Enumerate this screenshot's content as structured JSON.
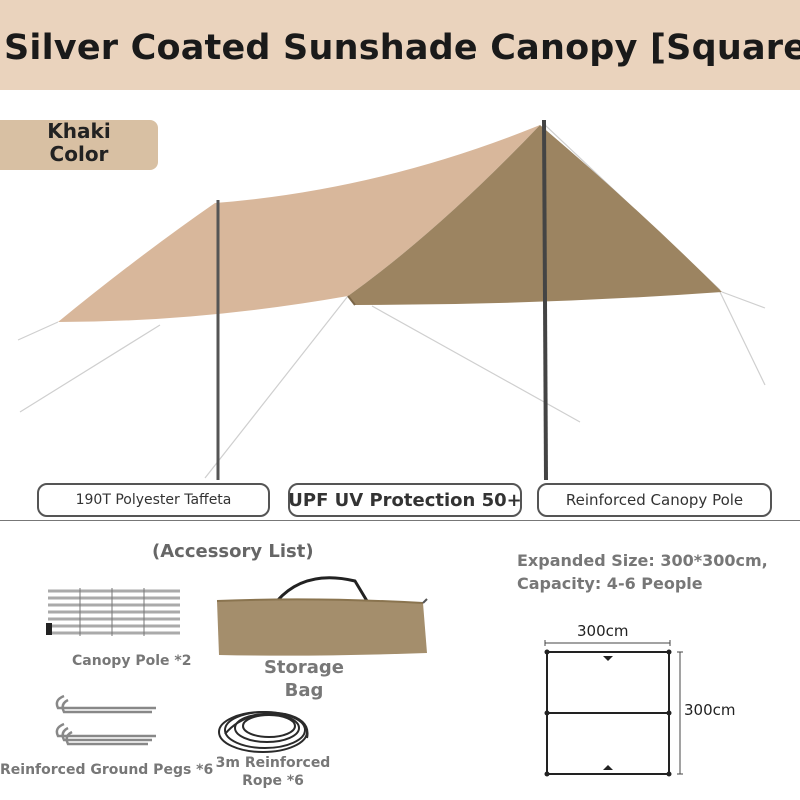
{
  "header": {
    "title": "Silver Coated Sunshade Canopy [Square]"
  },
  "color_badge": {
    "line1": "Khaki",
    "line2": "Color"
  },
  "features": [
    {
      "label": "190T Polyester Taffeta"
    },
    {
      "label": "UPF UV Protection 50+"
    },
    {
      "label": "Reinforced Canopy Pole"
    }
  ],
  "accessories": {
    "heading": "(Accessory List)",
    "pole": "Canopy Pole *2",
    "bag_line1": "Storage",
    "bag_line2": "Bag",
    "pegs": "Reinforced Ground Pegs *6",
    "rope_line1": "3m Reinforced",
    "rope_line2": "Rope *6"
  },
  "specs": {
    "size_line": "Expanded Size: 300*300cm,",
    "capacity_line": "Capacity: 4-6 People"
  },
  "diagram": {
    "width_label": "300cm",
    "height_label": "300cm"
  },
  "colors": {
    "title_band": "#ead3bd",
    "badge": "#d8c0a3",
    "canopy_light": "#d8b79b",
    "canopy_dark": "#9c8461"
  }
}
